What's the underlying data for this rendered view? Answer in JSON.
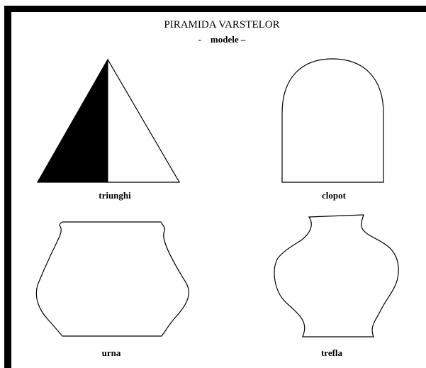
{
  "title": "PIRAMIDA VARSTELOR",
  "subtitle": "-    modele –",
  "models": [
    {
      "id": "triunghi",
      "label": "triunghi"
    },
    {
      "id": "clopot",
      "label": "clopot"
    },
    {
      "id": "urna",
      "label": "urna"
    },
    {
      "id": "trefla",
      "label": "trefla"
    }
  ],
  "colors": {
    "ink": "#000000",
    "background": "#ffffff"
  }
}
